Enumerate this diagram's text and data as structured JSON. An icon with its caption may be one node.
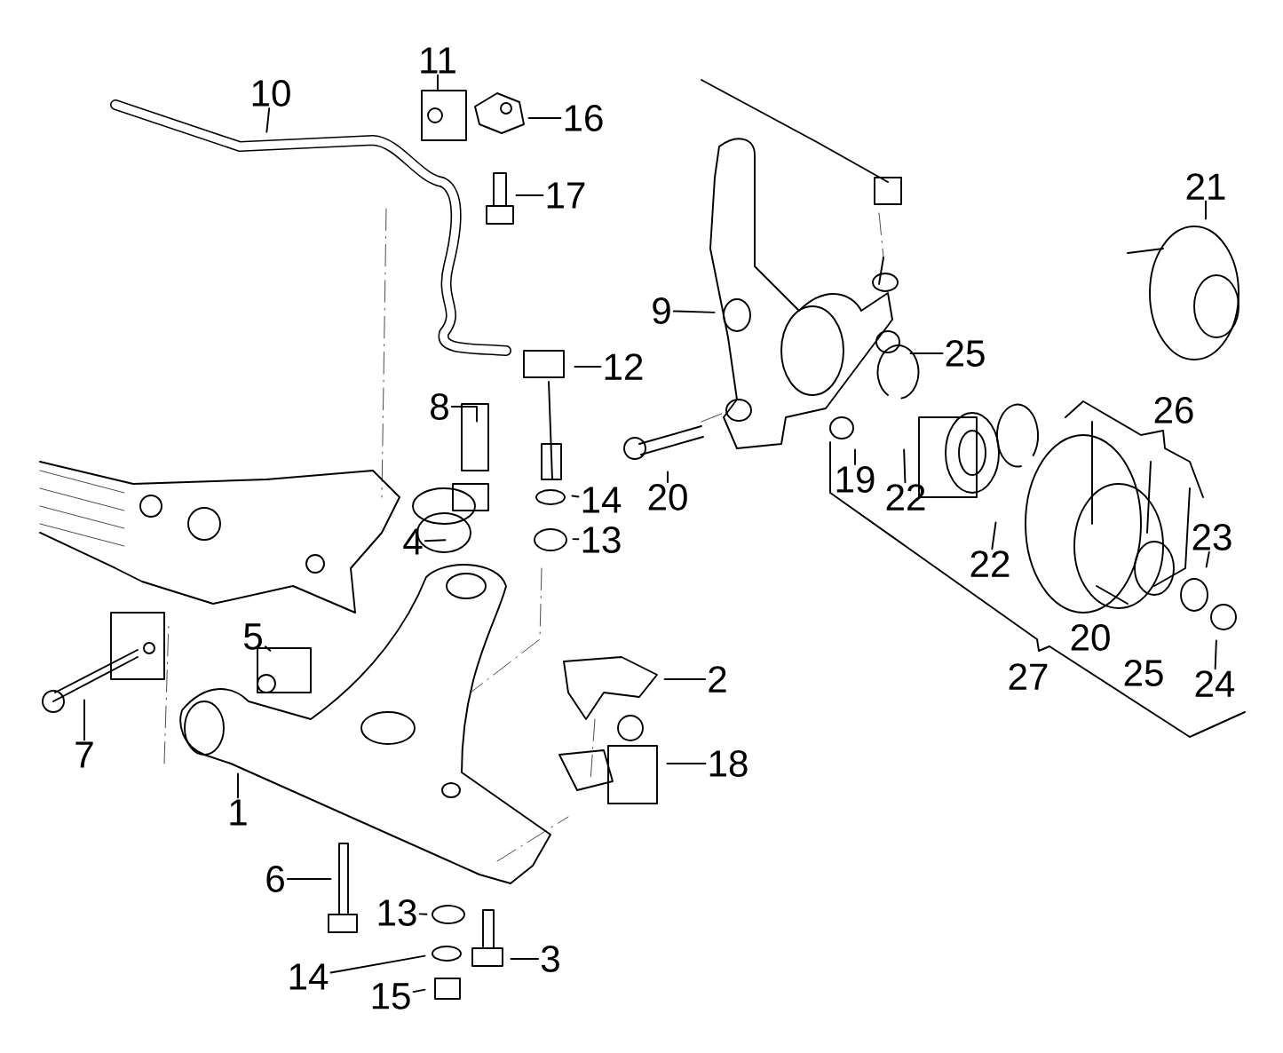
{
  "diagram": {
    "nodes": [
      {
        "text": [
          "11"
        ]
      },
      {
        "text": [
          "10"
        ]
      },
      {
        "text": [
          "16"
        ]
      },
      {
        "text": [
          "21"
        ]
      },
      {
        "text": [
          "17"
        ]
      },
      {
        "text": [
          "9"
        ]
      },
      {
        "text": [
          "25"
        ]
      },
      {
        "text": [
          "12"
        ]
      },
      {
        "text": [
          "8"
        ]
      },
      {
        "text": [
          "19"
        ]
      },
      {
        "text": [
          "22"
        ]
      },
      {
        "text": [
          "20"
        ]
      },
      {
        "text": [
          "14"
        ]
      },
      {
        "text": [
          "4"
        ]
      },
      {
        "text": [
          "13"
        ]
      },
      {
        "text": [
          "23"
        ]
      },
      {
        "text": [
          "22"
        ]
      },
      {
        "text": [
          "5"
        ]
      },
      {
        "text": [
          "2"
        ]
      },
      {
        "text": [
          "24"
        ]
      },
      {
        "text": [
          "7"
        ]
      },
      {
        "text": [
          "18"
        ]
      },
      {
        "text": [
          "1"
        ]
      },
      {
        "text": [
          "6"
        ]
      },
      {
        "text": [
          "13"
        ]
      },
      {
        "text": [
          "3"
        ]
      },
      {
        "text": [
          "14"
        ]
      },
      {
        "text": [
          "15"
        ]
      }
    ],
    "edges": [
      {
        "from": 0,
        "to": null,
        "arrow": "none"
      },
      {
        "from": 1,
        "to": null,
        "arrow": "none"
      },
      {
        "from": 2,
        "to": null,
        "arrow": "none"
      },
      {
        "from": 3,
        "to": null,
        "arrow": "none"
      },
      {
        "from": 4,
        "to": null,
        "arrow": "none"
      },
      {
        "from": 5,
        "to": null,
        "arrow": "none"
      },
      {
        "from": 6,
        "to": null,
        "arrow": "none"
      },
      {
        "from": 7,
        "to": null,
        "arrow": "none"
      },
      {
        "from": 8,
        "to": null,
        "arrow": "none"
      },
      {
        "from": 9,
        "to": null,
        "arrow": "none"
      },
      {
        "from": 10,
        "to": null,
        "arrow": "none"
      },
      {
        "from": 11,
        "to": null,
        "arrow": "none"
      },
      {
        "from": 12,
        "to": null,
        "arrow": "none"
      },
      {
        "from": 13,
        "to": null,
        "arrow": "none"
      },
      {
        "from": 14,
        "to": null,
        "arrow": "none"
      },
      {
        "from": 15,
        "to": null,
        "arrow": "none"
      },
      {
        "from": 16,
        "to": null,
        "arrow": "none"
      },
      {
        "from": 17,
        "to": null,
        "arrow": "none"
      },
      {
        "from": 18,
        "to": null,
        "arrow": "none"
      },
      {
        "from": 19,
        "to": null,
        "arrow": "none"
      },
      {
        "from": 20,
        "to": null,
        "arrow": "none"
      },
      {
        "from": 21,
        "to": null,
        "arrow": "none"
      },
      {
        "from": 22,
        "to": null,
        "arrow": "none"
      },
      {
        "from": 23,
        "to": null,
        "arrow": "none"
      },
      {
        "from": 24,
        "to": null,
        "arrow": "none"
      },
      {
        "from": 25,
        "to": null,
        "arrow": "none"
      },
      {
        "from": 26,
        "to": null,
        "arrow": "none"
      },
      {
        "from": 27,
        "to": null,
        "arrow": "none"
      }
    ],
    "labels": [
      "26",
      "20",
      "27",
      "25"
    ]
  }
}
